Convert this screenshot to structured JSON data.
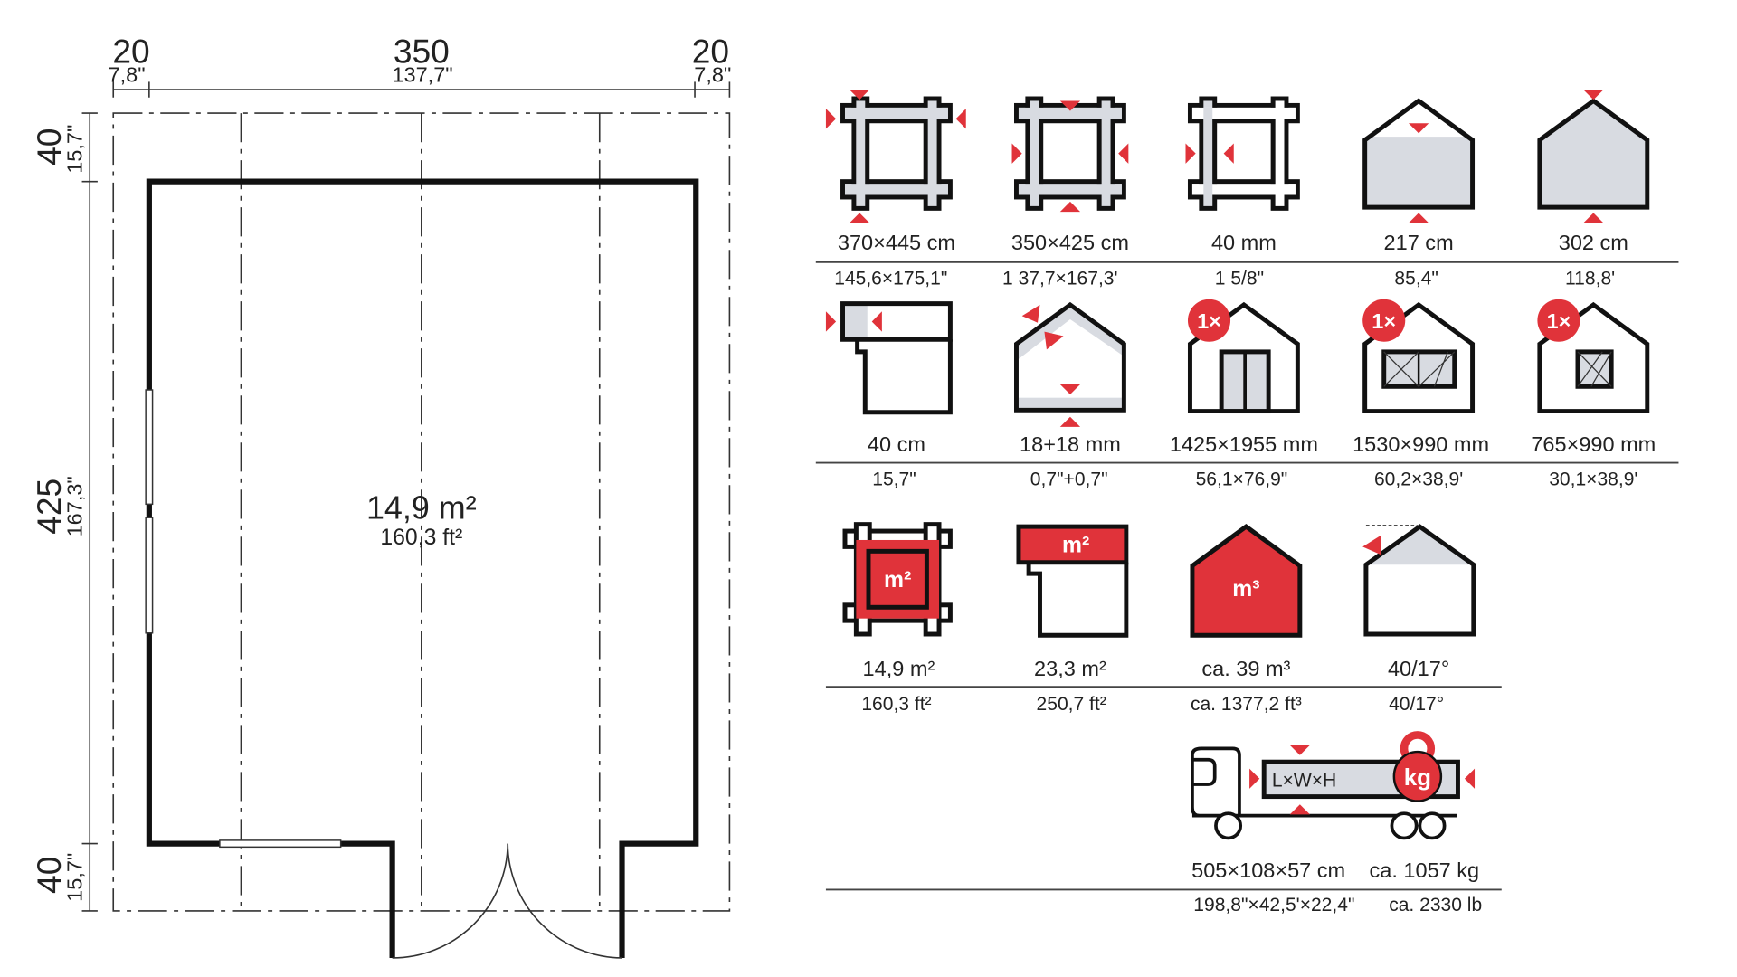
{
  "floorplan": {
    "top_dims": [
      {
        "cm": "20",
        "inch": "7,8\""
      },
      {
        "cm": "350",
        "inch": "137,7\""
      },
      {
        "cm": "20",
        "inch": "7,8\""
      }
    ],
    "left_dims": [
      {
        "cm": "40",
        "inch": "15,7\""
      },
      {
        "cm": "425",
        "inch": "167,3\""
      },
      {
        "cm": "40",
        "inch": "15,7\""
      }
    ],
    "area_m2": "14,9 m²",
    "area_ft2": "160,3 ft²"
  },
  "specs": {
    "row1": [
      {
        "icon": "outer-dimensions-icon",
        "value": "370×445 cm",
        "imperial": "145,6×175,1\""
      },
      {
        "icon": "inner-dimensions-icon",
        "value": "350×425 cm",
        "imperial": "1 37,7×167,3'"
      },
      {
        "icon": "wall-thickness-icon",
        "value": "40 mm",
        "imperial": "1 5/8\""
      },
      {
        "icon": "side-wall-height-icon",
        "value": "217 cm",
        "imperial": "85,4\""
      },
      {
        "icon": "ridge-height-icon",
        "value": "302 cm",
        "imperial": "118,8'"
      }
    ],
    "row2": [
      {
        "icon": "roof-overhang-icon",
        "value": "40 cm",
        "imperial": "15,7\""
      },
      {
        "icon": "roof-floor-thickness-icon",
        "value": "18+18 mm",
        "imperial": "0,7\"+0,7\""
      },
      {
        "icon": "door-icon",
        "badge": "1×",
        "value": "1425×1955 mm",
        "imperial": "56,1×76,9\""
      },
      {
        "icon": "double-window-icon",
        "badge": "1×",
        "value": "1530×990 mm",
        "imperial": "60,2×38,9'"
      },
      {
        "icon": "single-window-icon",
        "badge": "1×",
        "value": "765×990 mm",
        "imperial": "30,1×38,9'"
      }
    ],
    "row3": [
      {
        "icon": "floor-area-icon",
        "glyph": "m²",
        "value": "14,9 m²",
        "imperial": "160,3 ft²"
      },
      {
        "icon": "roof-area-icon",
        "glyph": "m²",
        "value": "23,3 m²",
        "imperial": "250,7 ft²"
      },
      {
        "icon": "volume-icon",
        "glyph": "m³",
        "value": "ca. 39 m³",
        "imperial": "ca. 1377,2 ft³"
      },
      {
        "icon": "roof-pitch-icon",
        "value": "40/17°",
        "imperial": "40/17°"
      }
    ],
    "shipping": {
      "box_label": "L×W×H",
      "weight_glyph": "kg",
      "dimensions": "505×108×57 cm",
      "dimensions_imperial": "198,8\"×42,5'×22,4\"",
      "weight": "ca. 1057 kg",
      "weight_imperial": "ca. 2330 lb"
    }
  },
  "colors": {
    "accent": "#e0333a",
    "grey": "#d8dbe1",
    "line": "#111111"
  }
}
